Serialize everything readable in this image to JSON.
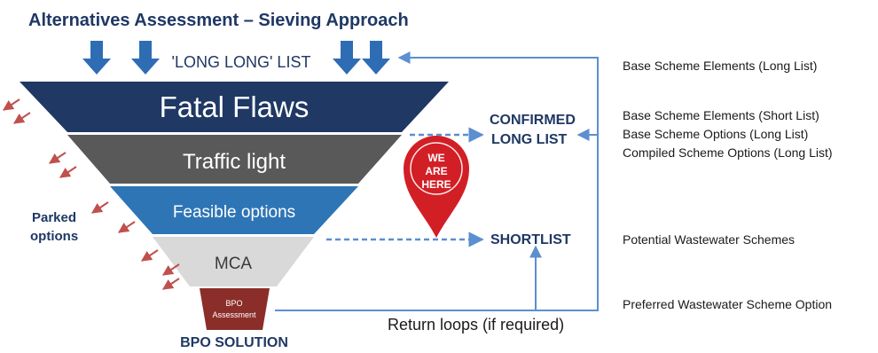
{
  "title": "Alternatives Assessment – Sieving Approach",
  "long_list_label": "'LONG LONG' LIST",
  "funnel": {
    "fatal_flaws": "Fatal Flaws",
    "traffic_light": "Traffic light",
    "feasible_options": "Feasible options",
    "mca": "MCA",
    "bpo_line1": "BPO",
    "bpo_line2": "Assessment"
  },
  "bpo_solution": "BPO SOLUTION",
  "parked_line1": "Parked",
  "parked_line2": "options",
  "confirmed_line1": "CONFIRMED",
  "confirmed_line2": "LONG LIST",
  "shortlist": "SHORTLIST",
  "marker": {
    "line1": "WE",
    "line2": "ARE",
    "line3": "HERE"
  },
  "return_loops": "Return loops (if required)",
  "right_labels": [
    "Base Scheme Elements (Long List)",
    "Base Scheme Elements (Short List)",
    "Base Scheme Options (Long List)",
    "Compiled Scheme Options (Long List)",
    "Potential Wastewater Schemes",
    "Preferred Wastewater Scheme Option"
  ],
  "colors": {
    "navy": "#1f3864",
    "gray": "#595959",
    "blue": "#2e75b6",
    "light_gray": "#d9d9d9",
    "maroon": "#8b2e2a",
    "red": "#d21f26",
    "arrow_blue": "#2e6db4",
    "line_blue": "#5b8fd0",
    "parked_red": "#c0504d"
  }
}
